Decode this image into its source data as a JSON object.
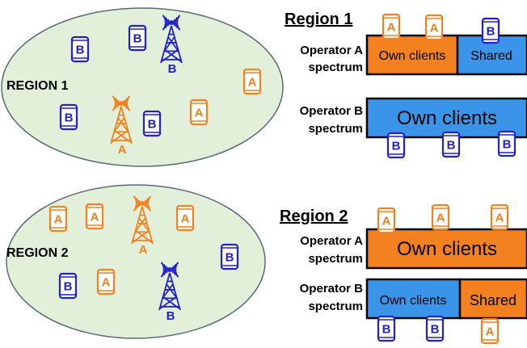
{
  "colors": {
    "operator_a": "#f38120",
    "operator_b": "#3a95e8",
    "operator_b_dark": "#2222cc",
    "ellipse_fill": "#e2f0d9"
  },
  "regions": [
    {
      "map_label": "REGION 1",
      "title": "Region 1",
      "operator_a": {
        "label_line1": "Operator A",
        "label_line2": "spectrum",
        "own_label": "Own clients",
        "shared_label": "Shared"
      },
      "operator_b": {
        "label_line1": "Operator B",
        "label_line2": "spectrum",
        "own_label": "Own clients"
      }
    },
    {
      "map_label": "REGION 2",
      "title": "Region 2",
      "operator_a": {
        "label_line1": "Operator A",
        "label_line2": "spectrum",
        "own_label": "Own clients"
      },
      "operator_b": {
        "label_line1": "Operator B",
        "label_line2": "spectrum",
        "own_label": "Own clients",
        "shared_label": "Shared"
      }
    }
  ],
  "client_letters": {
    "a": "A",
    "b": "B"
  },
  "tower_letters": {
    "a": "A",
    "b": "B"
  }
}
